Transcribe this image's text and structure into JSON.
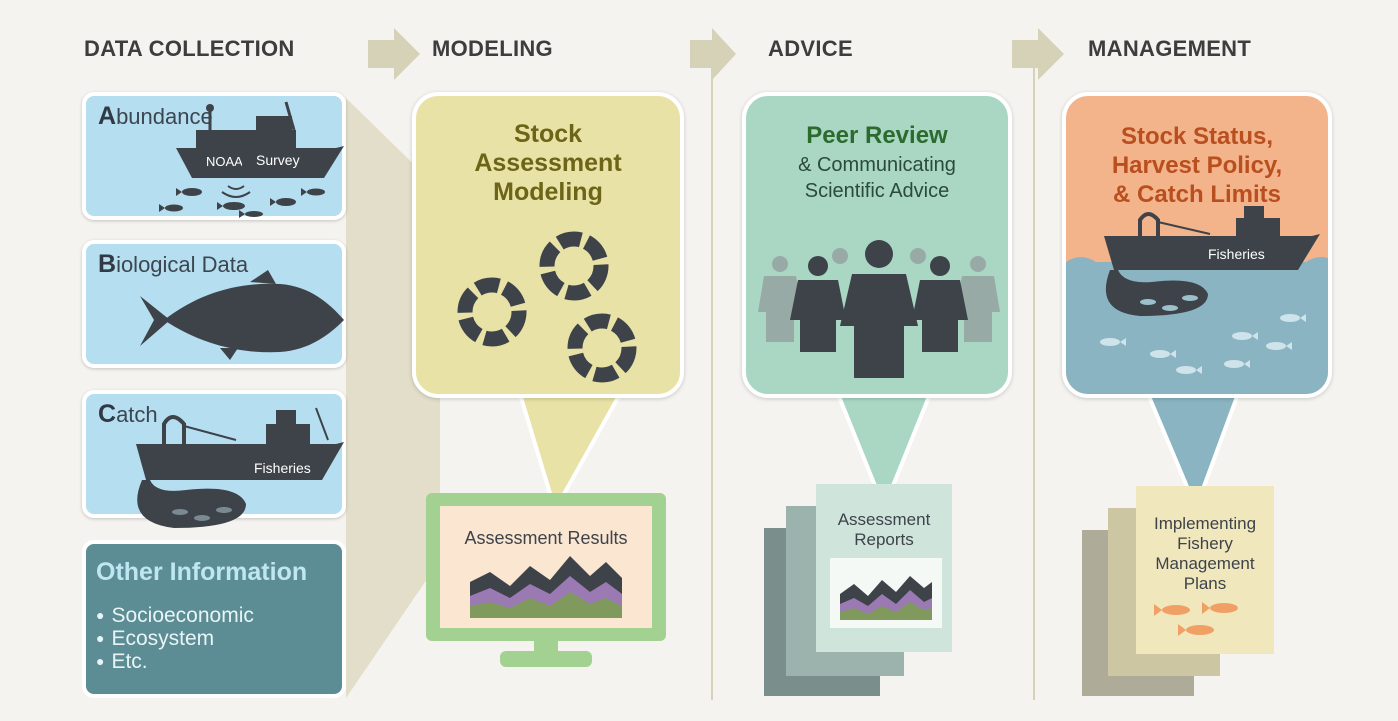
{
  "headers": {
    "data_collection": "DATA COLLECTION",
    "modeling": "MODELING",
    "advice": "ADVICE",
    "management": "MANAGEMENT"
  },
  "data_collection": {
    "abundance": {
      "initial": "A",
      "rest": "bundance",
      "ship_label": "NOAA",
      "ship_survey": "Survey"
    },
    "biological": {
      "initial": "B",
      "rest": "iological Data"
    },
    "catch": {
      "initial": "C",
      "rest": "atch",
      "ship_label": "Fisheries"
    },
    "other": {
      "title": "Other Information",
      "items": [
        "Socioeconomic",
        "Ecosystem",
        "Etc."
      ]
    }
  },
  "modeling": {
    "title_lines": [
      "Stock",
      "Assessment",
      "Modeling"
    ],
    "monitor_label": "Assessment Results"
  },
  "advice": {
    "title": "Peer Review",
    "subtitle_lines": [
      "& Communicating",
      "Scientific Advice"
    ],
    "report_lines": [
      "Assessment",
      "Reports"
    ]
  },
  "management": {
    "title_lines": [
      "Stock Status,",
      "Harvest Policy,",
      "& Catch Limits"
    ],
    "ship_label": "Fisheries",
    "plan_lines": [
      "Implementing",
      "Fishery",
      "Management",
      "Plans"
    ]
  },
  "colors": {
    "abundance_bg": "#b5def0",
    "modeling_bg": "#e8e2a6",
    "advice_bg": "#a9d7c4",
    "management_sky": "#f3b48c",
    "management_sea": "#8ab4c2",
    "dark": "#3d4349"
  }
}
